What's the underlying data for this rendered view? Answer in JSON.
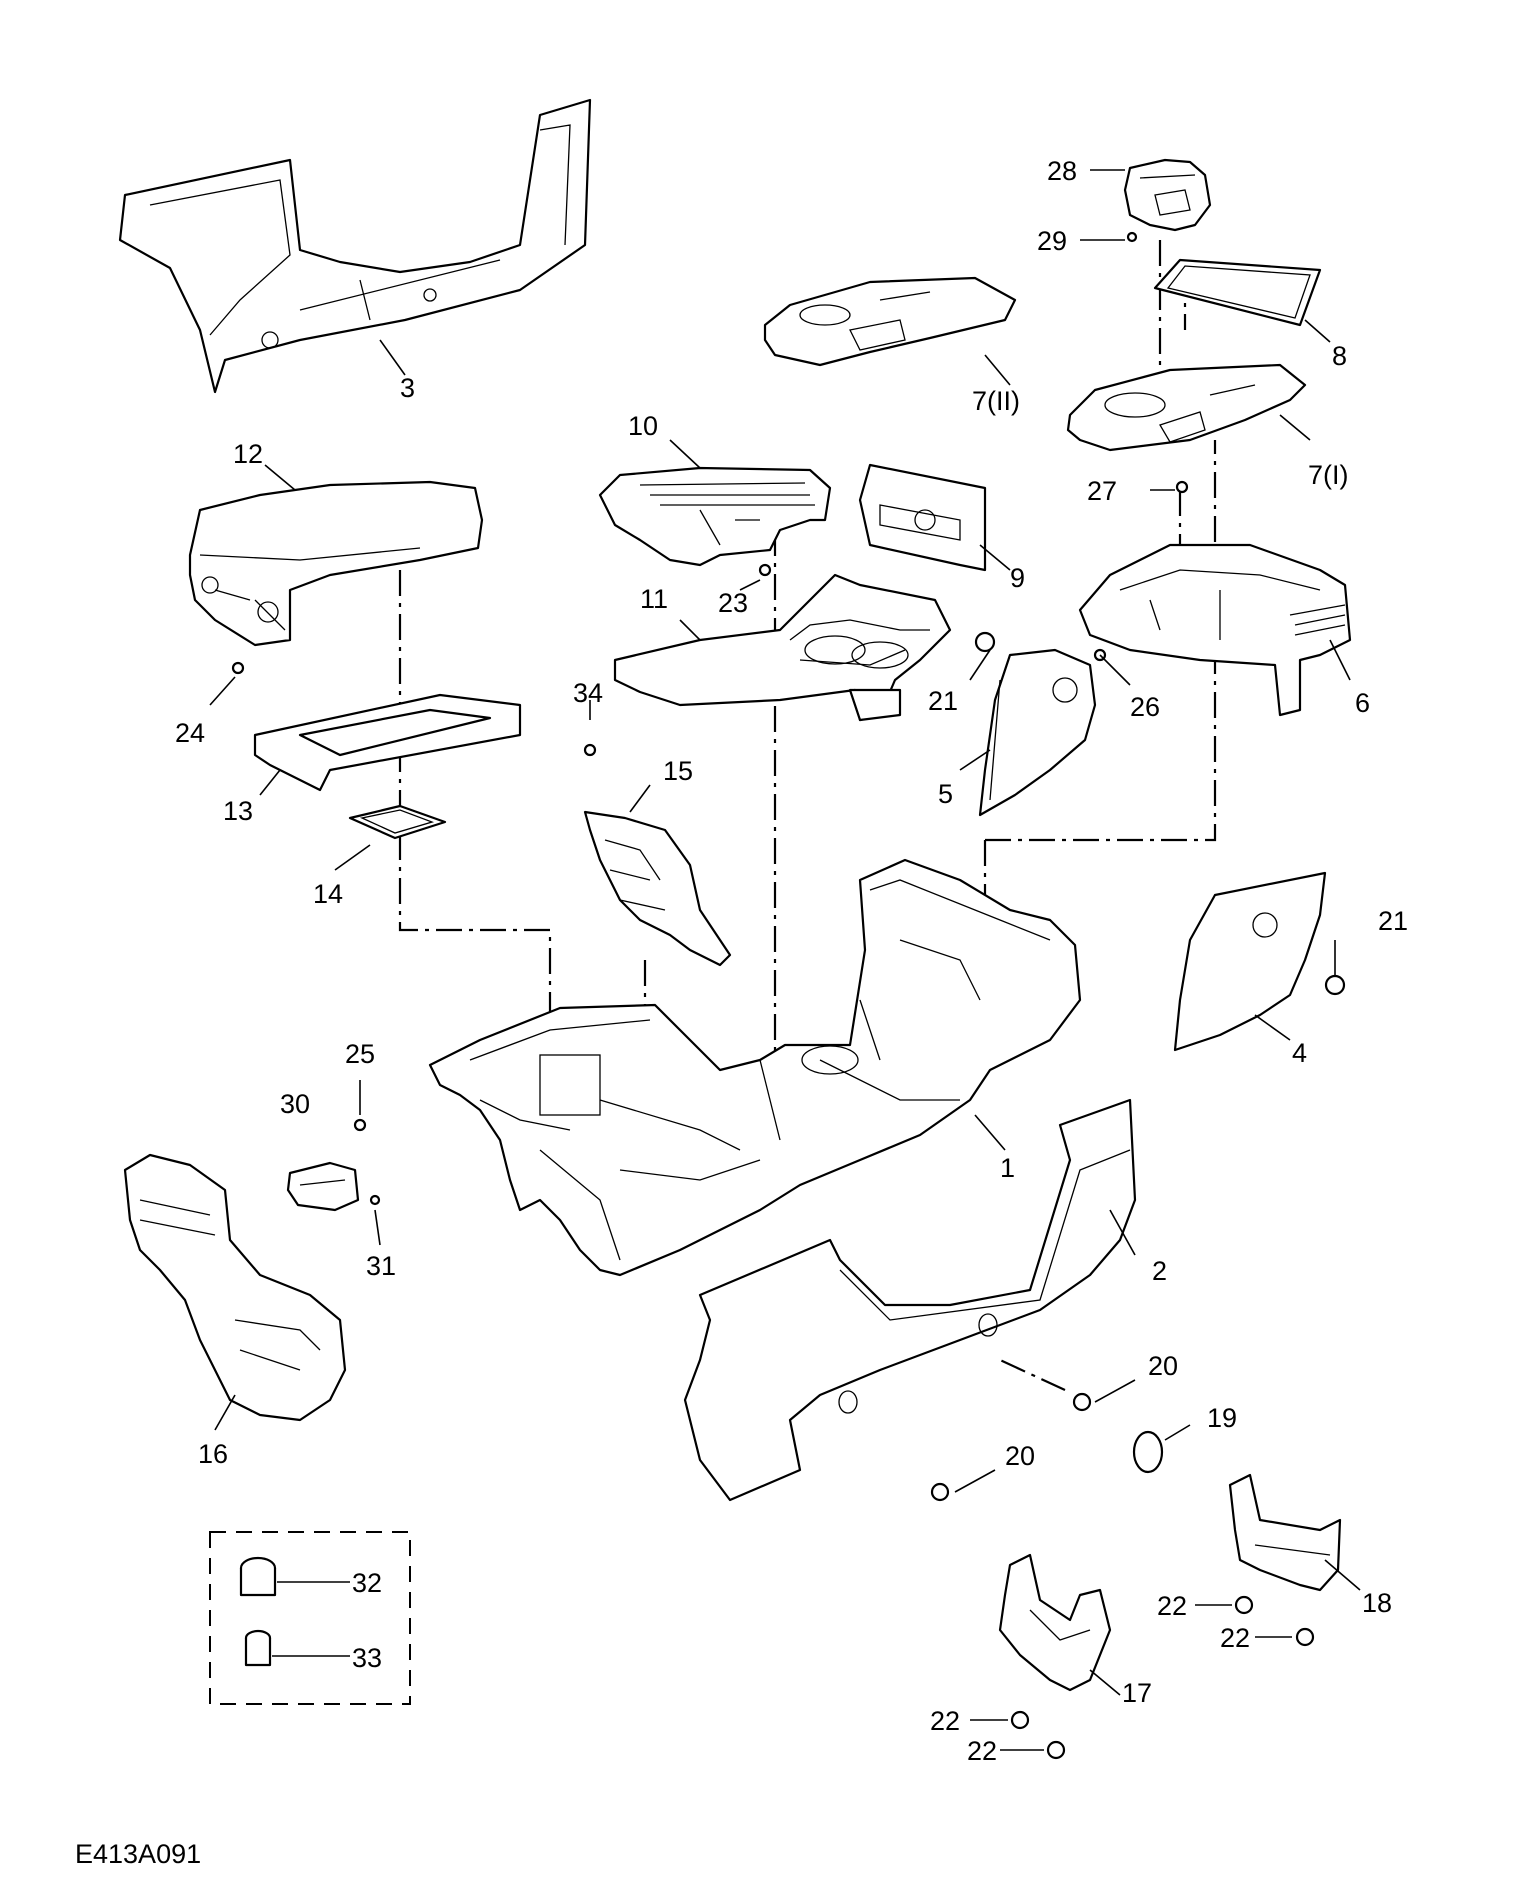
{
  "reference_code": "E413A091",
  "callouts": {
    "p1": "1",
    "p2": "2",
    "p3": "3",
    "p4": "4",
    "p5": "5",
    "p6": "6",
    "p7a": "7(I)",
    "p7b": "7(II)",
    "p8": "8",
    "p9": "9",
    "p10": "10",
    "p11": "11",
    "p12": "12",
    "p13": "13",
    "p14": "14",
    "p15": "15",
    "p16": "16",
    "p17": "17",
    "p18": "18",
    "p19": "19",
    "p20a": "20",
    "p20b": "20",
    "p21a": "21",
    "p21b": "21",
    "p22a": "22",
    "p22b": "22",
    "p22c": "22",
    "p22d": "22",
    "p23": "23",
    "p24": "24",
    "p25": "25",
    "p26": "26",
    "p27": "27",
    "p28": "28",
    "p29": "29",
    "p30": "30",
    "p31": "31",
    "p32": "32",
    "p33": "33",
    "p34": "34"
  }
}
